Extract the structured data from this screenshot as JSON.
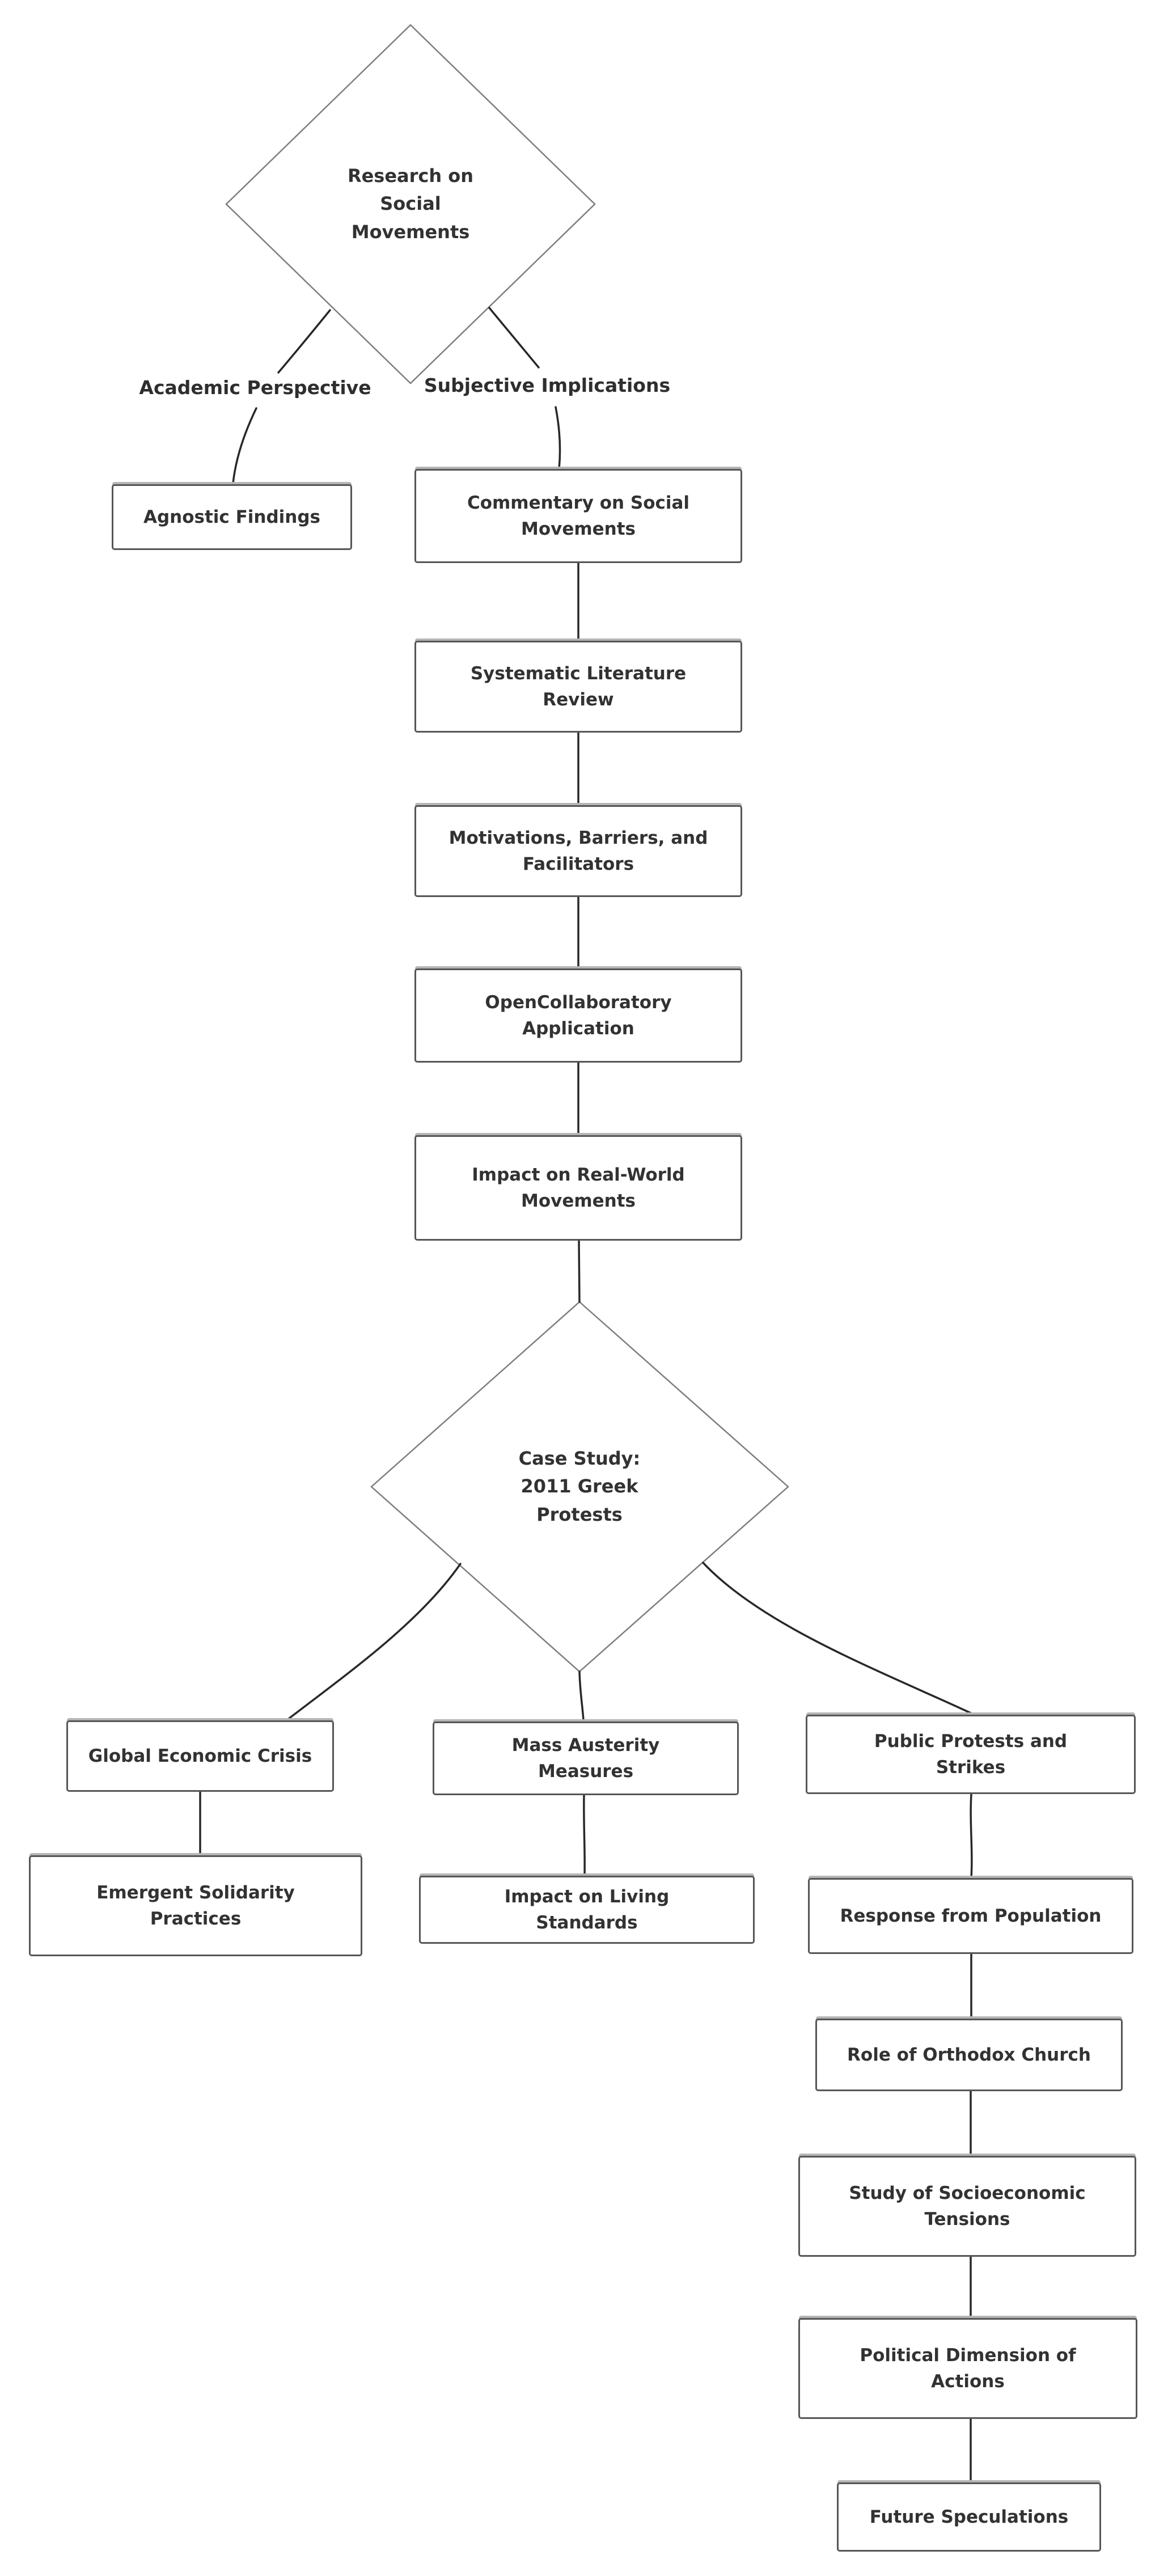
{
  "colors": {
    "background": "#ffffff",
    "box_border": "#565656",
    "box_fill": "#ffffff",
    "diamond_border": "#7e7e7e",
    "connector": "#282828",
    "text": "#323232"
  },
  "nodes": {
    "research": {
      "shape": "decision",
      "label": "Research on\nSocial\nMovements"
    },
    "agnostic": {
      "shape": "process",
      "label": "Agnostic Findings"
    },
    "commentary": {
      "shape": "process",
      "label": "Commentary on Social\nMovements"
    },
    "systematic": {
      "shape": "process",
      "label": "Systematic Literature\nReview"
    },
    "motivations": {
      "shape": "process",
      "label": "Motivations, Barriers, and\nFacilitators"
    },
    "opencollab": {
      "shape": "process",
      "label": "OpenCollaboratory\nApplication"
    },
    "impactRW": {
      "shape": "process",
      "label": "Impact on Real-World\nMovements"
    },
    "caseStudy": {
      "shape": "decision",
      "label": "Case Study:\n2011 Greek\nProtests"
    },
    "gec": {
      "shape": "process",
      "label": "Global Economic Crisis"
    },
    "emergent": {
      "shape": "process",
      "label": "Emergent Solidarity\nPractices"
    },
    "mass": {
      "shape": "process",
      "label": "Mass Austerity\nMeasures"
    },
    "impactLiving": {
      "shape": "process",
      "label": "Impact on Living\nStandards"
    },
    "publicProtests": {
      "shape": "process",
      "label": "Public Protests and\nStrikes"
    },
    "response": {
      "shape": "process",
      "label": "Response from Population"
    },
    "role": {
      "shape": "process",
      "label": "Role of Orthodox Church"
    },
    "study": {
      "shape": "process",
      "label": "Study of Socioeconomic\nTensions"
    },
    "political": {
      "shape": "process",
      "label": "Political Dimension of\nActions"
    },
    "future": {
      "shape": "process",
      "label": "Future Speculations"
    }
  },
  "edge_labels": {
    "academic": "Academic Perspective",
    "subjective": "Subjective Implications"
  }
}
